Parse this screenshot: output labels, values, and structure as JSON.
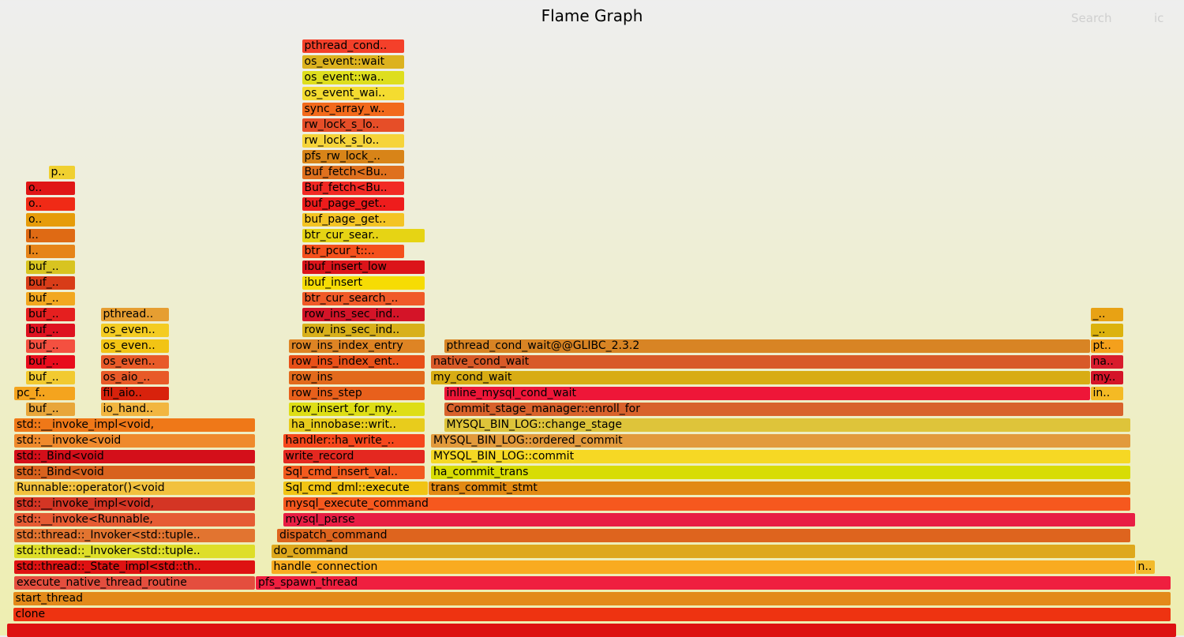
{
  "header": {
    "title": "Flame Graph",
    "search_label": "Search",
    "ic_label": "ic"
  },
  "chart_data": {
    "type": "flamegraph",
    "title": "Flame Graph",
    "depth_axis": "stack depth (root at bottom)",
    "frames": [
      {
        "x0": 0.006,
        "x1": 0.994,
        "d": 0,
        "l": "",
        "c": "#dd1111"
      },
      {
        "x0": 0.011,
        "x1": 0.989,
        "d": 1,
        "l": "clone",
        "c": "#ee3311"
      },
      {
        "x0": 0.011,
        "x1": 0.989,
        "d": 2,
        "l": "start_thread",
        "c": "#e38a1a"
      },
      {
        "x0": 0.012,
        "x1": 0.216,
        "d": 3,
        "l": "execute_native_thread_routine",
        "c": "#e44e3e"
      },
      {
        "x0": 0.216,
        "x1": 0.989,
        "d": 3,
        "l": "pfs_spawn_thread",
        "c": "#ef1f3f"
      },
      {
        "x0": 0.012,
        "x1": 0.216,
        "d": 4,
        "l": "std::thread::_State_impl<std::th..",
        "c": "#de1212"
      },
      {
        "x0": 0.229,
        "x1": 0.959,
        "d": 4,
        "l": "handle_connection",
        "c": "#f9ab20"
      },
      {
        "x0": 0.959,
        "x1": 0.976,
        "d": 4,
        "l": "n..",
        "c": "#f2ba2c"
      },
      {
        "x0": 0.012,
        "x1": 0.216,
        "d": 5,
        "l": "std::thread::_Invoker<std::tuple..",
        "c": "#dede28"
      },
      {
        "x0": 0.229,
        "x1": 0.959,
        "d": 5,
        "l": "do_command",
        "c": "#dea81c"
      },
      {
        "x0": 0.012,
        "x1": 0.216,
        "d": 6,
        "l": "std::thread::_Invoker<std::tuple..",
        "c": "#e27430"
      },
      {
        "x0": 0.234,
        "x1": 0.955,
        "d": 6,
        "l": "dispatch_command",
        "c": "#de641e"
      },
      {
        "x0": 0.012,
        "x1": 0.216,
        "d": 7,
        "l": "std::__invoke<Runnable,",
        "c": "#e65c34"
      },
      {
        "x0": 0.239,
        "x1": 0.959,
        "d": 7,
        "l": "mysql_parse",
        "c": "#e81e44"
      },
      {
        "x0": 0.012,
        "x1": 0.216,
        "d": 8,
        "l": "std::__invoke_impl<void,",
        "c": "#d43524"
      },
      {
        "x0": 0.239,
        "x1": 0.955,
        "d": 8,
        "l": "mysql_execute_command",
        "c": "#f6581e"
      },
      {
        "x0": 0.012,
        "x1": 0.216,
        "d": 9,
        "l": "Runnable::operator()<void",
        "c": "#f2c13e"
      },
      {
        "x0": 0.239,
        "x1": 0.362,
        "d": 9,
        "l": "Sql_cmd_dml::execute",
        "c": "#f1c414"
      },
      {
        "x0": 0.362,
        "x1": 0.955,
        "d": 9,
        "l": "trans_commit_stmt",
        "c": "#e28a14"
      },
      {
        "x0": 0.012,
        "x1": 0.216,
        "d": 10,
        "l": "std::_Bind<void",
        "c": "#d8621e"
      },
      {
        "x0": 0.239,
        "x1": 0.359,
        "d": 10,
        "l": "Sql_cmd_insert_val..",
        "c": "#f25a1e"
      },
      {
        "x0": 0.364,
        "x1": 0.955,
        "d": 10,
        "l": "ha_commit_trans",
        "c": "#d8dc04"
      },
      {
        "x0": 0.012,
        "x1": 0.216,
        "d": 11,
        "l": "std::_Bind<void",
        "c": "#d40f1a"
      },
      {
        "x0": 0.239,
        "x1": 0.359,
        "d": 11,
        "l": "write_record",
        "c": "#e42820"
      },
      {
        "x0": 0.364,
        "x1": 0.955,
        "d": 11,
        "l": "MYSQL_BIN_LOG::commit",
        "c": "#f6d824"
      },
      {
        "x0": 0.012,
        "x1": 0.216,
        "d": 12,
        "l": "std::__invoke<void",
        "c": "#ef8a2c"
      },
      {
        "x0": 0.239,
        "x1": 0.359,
        "d": 12,
        "l": "handler::ha_write_..",
        "c": "#f6481c"
      },
      {
        "x0": 0.364,
        "x1": 0.955,
        "d": 12,
        "l": "MYSQL_BIN_LOG::ordered_commit",
        "c": "#e29a3c"
      },
      {
        "x0": 0.012,
        "x1": 0.216,
        "d": 13,
        "l": "std::__invoke_impl<void,",
        "c": "#ef7818"
      },
      {
        "x0": 0.244,
        "x1": 0.359,
        "d": 13,
        "l": "ha_innobase::writ..",
        "c": "#e8cc1c"
      },
      {
        "x0": 0.375,
        "x1": 0.955,
        "d": 13,
        "l": "MYSQL_BIN_LOG::change_stage",
        "c": "#dec43a"
      },
      {
        "x0": 0.022,
        "x1": 0.064,
        "d": 14,
        "l": "buf_..",
        "c": "#e8a63a"
      },
      {
        "x0": 0.085,
        "x1": 0.143,
        "d": 14,
        "l": "io_hand..",
        "c": "#f2b640"
      },
      {
        "x0": 0.244,
        "x1": 0.359,
        "d": 14,
        "l": "row_insert_for_my..",
        "c": "#dede16"
      },
      {
        "x0": 0.375,
        "x1": 0.949,
        "d": 14,
        "l": "Commit_stage_manager::enroll_for",
        "c": "#d8622c"
      },
      {
        "x0": 0.012,
        "x1": 0.064,
        "d": 15,
        "l": "pc_f..",
        "c": "#f4a41e"
      },
      {
        "x0": 0.085,
        "x1": 0.143,
        "d": 15,
        "l": "fil_aio..",
        "c": "#d8220c"
      },
      {
        "x0": 0.244,
        "x1": 0.359,
        "d": 15,
        "l": "row_ins_step",
        "c": "#e8601c"
      },
      {
        "x0": 0.375,
        "x1": 0.921,
        "d": 15,
        "l": "inline_mysql_cond_wait",
        "c": "#ee1638"
      },
      {
        "x0": 0.921,
        "x1": 0.949,
        "d": 15,
        "l": "in..",
        "c": "#f4ba24"
      },
      {
        "x0": 0.022,
        "x1": 0.064,
        "d": 16,
        "l": "buf_..",
        "c": "#f2ca30"
      },
      {
        "x0": 0.085,
        "x1": 0.143,
        "d": 16,
        "l": "os_aio_..",
        "c": "#e85a28"
      },
      {
        "x0": 0.244,
        "x1": 0.359,
        "d": 16,
        "l": "row_ins",
        "c": "#e26a1c"
      },
      {
        "x0": 0.364,
        "x1": 0.921,
        "d": 16,
        "l": "my_cond_wait",
        "c": "#d8ac14"
      },
      {
        "x0": 0.921,
        "x1": 0.949,
        "d": 16,
        "l": "my..",
        "c": "#d41428"
      },
      {
        "x0": 0.022,
        "x1": 0.064,
        "d": 17,
        "l": "buf_..",
        "c": "#e80c1c"
      },
      {
        "x0": 0.085,
        "x1": 0.143,
        "d": 17,
        "l": "os_even..",
        "c": "#e85a28"
      },
      {
        "x0": 0.244,
        "x1": 0.359,
        "d": 17,
        "l": "row_ins_index_ent..",
        "c": "#e85018"
      },
      {
        "x0": 0.364,
        "x1": 0.921,
        "d": 17,
        "l": "native_cond_wait",
        "c": "#d85a28"
      },
      {
        "x0": 0.921,
        "x1": 0.949,
        "d": 17,
        "l": "na..",
        "c": "#d81c2c"
      },
      {
        "x0": 0.022,
        "x1": 0.064,
        "d": 18,
        "l": "buf_..",
        "c": "#f45040"
      },
      {
        "x0": 0.085,
        "x1": 0.143,
        "d": 18,
        "l": "os_even..",
        "c": "#f2c414"
      },
      {
        "x0": 0.244,
        "x1": 0.359,
        "d": 18,
        "l": "row_ins_index_entry",
        "c": "#de8424"
      },
      {
        "x0": 0.375,
        "x1": 0.921,
        "d": 18,
        "l": "pthread_cond_wait@@GLIBC_2.3.2",
        "c": "#d88424"
      },
      {
        "x0": 0.921,
        "x1": 0.949,
        "d": 18,
        "l": "pt..",
        "c": "#f4a01c"
      },
      {
        "x0": 0.022,
        "x1": 0.064,
        "d": 19,
        "l": "buf_..",
        "c": "#de1220"
      },
      {
        "x0": 0.085,
        "x1": 0.143,
        "d": 19,
        "l": "os_even..",
        "c": "#f4cc22"
      },
      {
        "x0": 0.255,
        "x1": 0.359,
        "d": 19,
        "l": "row_ins_sec_ind..",
        "c": "#d8b01a"
      },
      {
        "x0": 0.921,
        "x1": 0.949,
        "d": 19,
        "l": "_..",
        "c": "#dcb20e"
      },
      {
        "x0": 0.022,
        "x1": 0.064,
        "d": 20,
        "l": "buf_..",
        "c": "#e51f1f"
      },
      {
        "x0": 0.085,
        "x1": 0.143,
        "d": 20,
        "l": "pthread..",
        "c": "#e69e32"
      },
      {
        "x0": 0.255,
        "x1": 0.359,
        "d": 20,
        "l": "row_ins_sec_ind..",
        "c": "#d41428"
      },
      {
        "x0": 0.921,
        "x1": 0.949,
        "d": 20,
        "l": "_..",
        "c": "#e8a214"
      },
      {
        "x0": 0.022,
        "x1": 0.064,
        "d": 21,
        "l": "buf_..",
        "c": "#f2a820"
      },
      {
        "x0": 0.255,
        "x1": 0.359,
        "d": 21,
        "l": "btr_cur_search_..",
        "c": "#f05a28"
      },
      {
        "x0": 0.022,
        "x1": 0.064,
        "d": 22,
        "l": "buf_..",
        "c": "#d83c18"
      },
      {
        "x0": 0.255,
        "x1": 0.359,
        "d": 22,
        "l": "ibuf_insert",
        "c": "#f6dc04"
      },
      {
        "x0": 0.022,
        "x1": 0.064,
        "d": 23,
        "l": "buf_..",
        "c": "#d8c420"
      },
      {
        "x0": 0.255,
        "x1": 0.359,
        "d": 23,
        "l": "ibuf_insert_low",
        "c": "#dc141a"
      },
      {
        "x0": 0.022,
        "x1": 0.064,
        "d": 24,
        "l": "l..",
        "c": "#e68418"
      },
      {
        "x0": 0.255,
        "x1": 0.342,
        "d": 24,
        "l": "btr_pcur_t::..",
        "c": "#f4501c"
      },
      {
        "x0": 0.022,
        "x1": 0.064,
        "d": 25,
        "l": "l..",
        "c": "#df6a14"
      },
      {
        "x0": 0.255,
        "x1": 0.359,
        "d": 25,
        "l": "btr_cur_sear..",
        "c": "#e6d414"
      },
      {
        "x0": 0.022,
        "x1": 0.064,
        "d": 26,
        "l": "o..",
        "c": "#e69c0a"
      },
      {
        "x0": 0.255,
        "x1": 0.342,
        "d": 26,
        "l": "buf_page_get..",
        "c": "#f4c424"
      },
      {
        "x0": 0.022,
        "x1": 0.064,
        "d": 27,
        "l": "o..",
        "c": "#f02a16"
      },
      {
        "x0": 0.255,
        "x1": 0.342,
        "d": 27,
        "l": "buf_page_get..",
        "c": "#ee1c1c"
      },
      {
        "x0": 0.022,
        "x1": 0.064,
        "d": 28,
        "l": "o..",
        "c": "#e01616"
      },
      {
        "x0": 0.255,
        "x1": 0.342,
        "d": 28,
        "l": "Buf_fetch<Bu..",
        "c": "#f22a24"
      },
      {
        "x0": 0.041,
        "x1": 0.064,
        "d": 29,
        "l": "p..",
        "c": "#f0d030"
      },
      {
        "x0": 0.255,
        "x1": 0.342,
        "d": 29,
        "l": "Buf_fetch<Bu..",
        "c": "#df701e"
      },
      {
        "x0": 0.255,
        "x1": 0.342,
        "d": 30,
        "l": "pfs_rw_lock_..",
        "c": "#d88418"
      },
      {
        "x0": 0.255,
        "x1": 0.342,
        "d": 31,
        "l": "rw_lock_s_lo..",
        "c": "#f6d43a"
      },
      {
        "x0": 0.255,
        "x1": 0.342,
        "d": 32,
        "l": "rw_lock_s_lo..",
        "c": "#e64e28"
      },
      {
        "x0": 0.255,
        "x1": 0.342,
        "d": 33,
        "l": "sync_array_w..",
        "c": "#f26a1c"
      },
      {
        "x0": 0.255,
        "x1": 0.342,
        "d": 34,
        "l": "os_event_wai..",
        "c": "#f4dc30"
      },
      {
        "x0": 0.255,
        "x1": 0.342,
        "d": 35,
        "l": "os_event::wa..",
        "c": "#dede1e"
      },
      {
        "x0": 0.255,
        "x1": 0.342,
        "d": 36,
        "l": "os_event::wait",
        "c": "#dcb21e"
      },
      {
        "x0": 0.255,
        "x1": 0.342,
        "d": 37,
        "l": "pthread_cond..",
        "c": "#f4402a"
      }
    ]
  }
}
